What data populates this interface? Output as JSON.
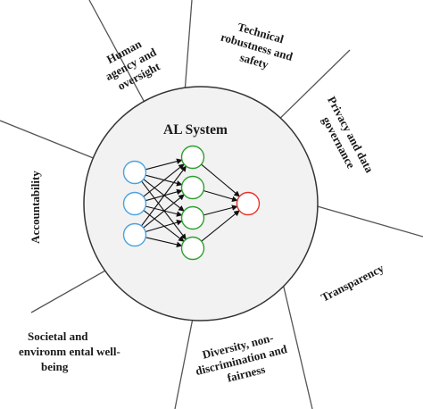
{
  "center": {
    "title": "AL System",
    "network": {
      "input_nodes": 3,
      "hidden_nodes": 4,
      "output_nodes": 1,
      "colors": {
        "input": "#4aa3df",
        "hidden": "#2ca02c",
        "output": "#e8332a",
        "edges": "#111111"
      }
    }
  },
  "requirements": [
    {
      "lines": [
        "Human",
        "agency and",
        "oversight"
      ]
    },
    {
      "lines": [
        "Technical",
        "robustness and",
        "safety"
      ]
    },
    {
      "lines": [
        "Privacy and data",
        "governance"
      ]
    },
    {
      "lines": [
        "Transparency"
      ]
    },
    {
      "lines": [
        "Diversity, non-",
        "discrimination and",
        "fairness"
      ]
    },
    {
      "lines": [
        "Societal and",
        "environm ental well-",
        "being"
      ]
    },
    {
      "lines": [
        "Accountability"
      ]
    }
  ]
}
